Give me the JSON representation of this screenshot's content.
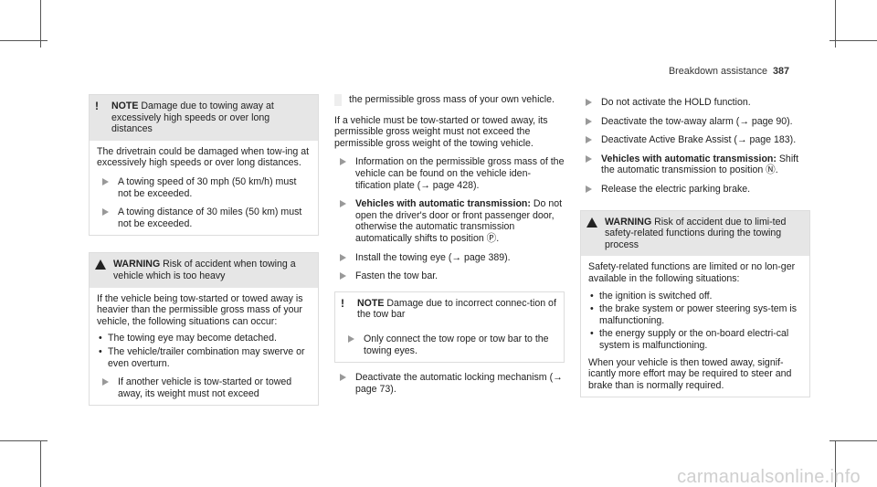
{
  "header": {
    "section": "Breakdown assistance",
    "page": "387"
  },
  "col1": {
    "note1": {
      "label": "NOTE",
      "title": "Damage due to towing away at excessively high speeds or over long distances",
      "body": "The drivetrain could be damaged when tow-ing at excessively high speeds or over long distances.",
      "steps": [
        "A towing speed of 30 mph (50 km/h) must not be exceeded.",
        "A towing distance of 30 miles (50 km) must not be exceeded."
      ]
    },
    "warning1": {
      "label": "WARNING",
      "title": "Risk of accident when towing a vehicle which is too heavy",
      "body": "If the vehicle being tow-started or towed away is heavier than the permissible gross mass of your vehicle, the following situations can occur:",
      "bullets": [
        "The towing eye may become detached.",
        "The vehicle/trailer combination may swerve or even overturn."
      ],
      "step": "If another vehicle is tow-started or towed away, its weight must not exceed"
    }
  },
  "col2": {
    "continuation": "the permissible gross mass of your own vehicle.",
    "intro": "If a vehicle must be tow-started or towed away, its permissible gross weight must not exceed the permissible gross weight of the towing vehicle.",
    "steps": [
      "Information on the permissible gross mass of the vehicle can be found on the vehicle iden-tification plate (→ page 428).",
      "Vehicles with automatic transmission:|Do not open the driver's door or front passenger door, otherwise the automatic transmission automatically shifts to position Ⓟ.",
      "Install the towing eye (→ page 389).",
      "Fasten the tow bar."
    ],
    "note2": {
      "label": "NOTE",
      "title": "Damage due to incorrect connec-tion of the tow bar",
      "step": "Only connect the tow rope or tow bar to the towing eyes."
    },
    "last_step": "Deactivate the automatic locking mechanism (→ page 73)."
  },
  "col3": {
    "steps": [
      "Do not activate the HOLD function.",
      "Deactivate the tow-away alarm (→ page 90).",
      "Deactivate Active Brake Assist (→ page 183).",
      "Vehicles with automatic transmission:|Shift the automatic transmission to position Ⓝ.",
      "Release the electric parking brake."
    ],
    "warning2": {
      "label": "WARNING",
      "title": "Risk of accident due to limi-ted safety-related functions during the towing process",
      "body": "Safety-related functions are limited or no lon-ger available in the following situations:",
      "bullets": [
        "the ignition is switched off.",
        "the brake system or power steering sys-tem is malfunctioning.",
        "the energy supply or the on-board electri-cal system is malfunctioning."
      ],
      "footer": "When your vehicle is then towed away, signif-icantly more effort may be required to steer and brake than is normally required."
    }
  },
  "watermark": "carmanualsonline.info"
}
